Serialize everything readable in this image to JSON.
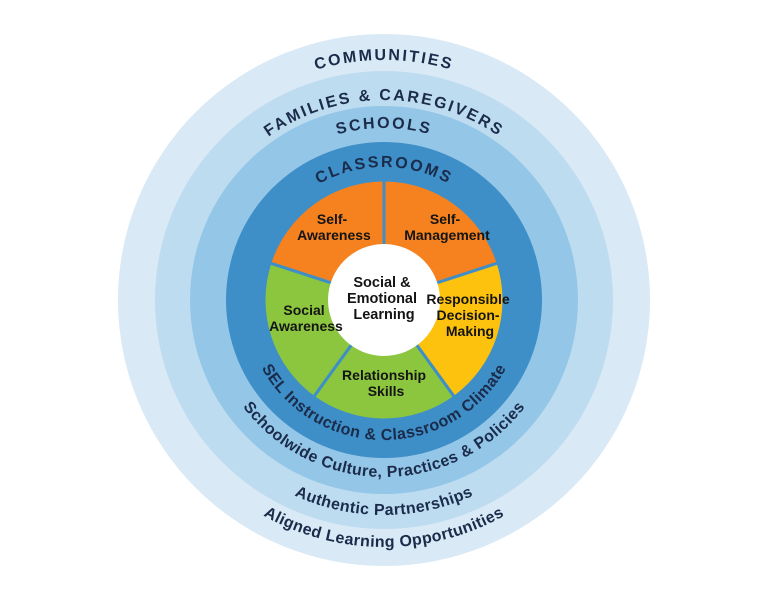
{
  "colors": {
    "background": "#ffffff",
    "ring_communities": "#d9e9f5",
    "ring_families_caregivers": "#bddcf0",
    "ring_schools": "#94c6e8",
    "ring_classrooms": "#3e8ec8",
    "slice_orange": "#f5821f",
    "slice_yellow": "#fdc20e",
    "slice_green": "#8cc63f",
    "center_circle": "#ffffff",
    "ring_label_text": "#1b2b4a",
    "pie_label_text": "#141414"
  },
  "rings": [
    {
      "label": "COMMUNITIES",
      "sublabel": "Aligned Learning Opportunities"
    },
    {
      "label": "FAMILIES & CAREGIVERS",
      "sublabel": "Authentic Partnerships"
    },
    {
      "label": "SCHOOLS",
      "sublabel": "Schoolwide Culture, Practices & Policies"
    },
    {
      "label": "CLASSROOMS",
      "sublabel": "SEL Instruction & Classroom Climate"
    }
  ],
  "pie": {
    "slices": [
      {
        "id": "self-awareness",
        "lines": [
          "Self-",
          "Awareness"
        ]
      },
      {
        "id": "self-management",
        "lines": [
          "Self-",
          "Management"
        ]
      },
      {
        "id": "responsible-decision-making",
        "lines": [
          "Responsible",
          "Decision-",
          "Making"
        ]
      },
      {
        "id": "relationship-skills",
        "lines": [
          "Relationship",
          "Skills"
        ]
      },
      {
        "id": "social-awareness",
        "lines": [
          "Social",
          "Awareness"
        ]
      }
    ]
  },
  "center": {
    "lines": [
      "Social &",
      "Emotional",
      "Learning"
    ]
  }
}
